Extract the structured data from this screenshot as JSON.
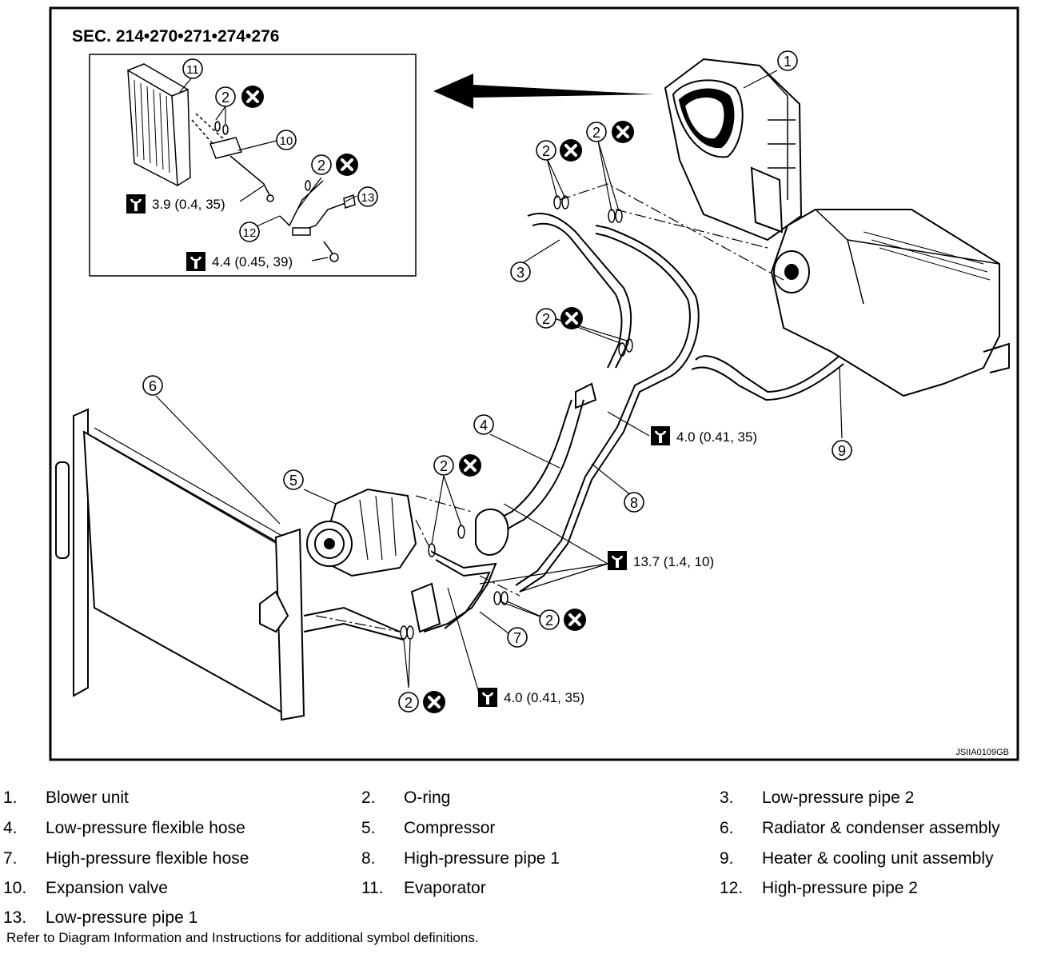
{
  "section_title": "SEC. 214•270•271•274•276",
  "image_code": "JSIIA0109GB",
  "callout_numbers": [
    "1",
    "2",
    "3",
    "4",
    "5",
    "6",
    "7",
    "8",
    "9",
    "10",
    "11",
    "12",
    "13"
  ],
  "torques": {
    "t1": "3.9 (0.4, 35)",
    "t2": "4.4 (0.45, 39)",
    "t3": "4.0 (0.41, 35)",
    "t4": "13.7 (1.4, 10)",
    "t5": "4.0 (0.41, 35)"
  },
  "legend": [
    {
      "num": "1.",
      "text": "Blower unit"
    },
    {
      "num": "2.",
      "text": "O-ring"
    },
    {
      "num": "3.",
      "text": "Low-pressure pipe 2"
    },
    {
      "num": "4.",
      "text": "Low-pressure flexible hose"
    },
    {
      "num": "5.",
      "text": "Compressor"
    },
    {
      "num": "6.",
      "text": "Radiator & condenser assembly"
    },
    {
      "num": "7.",
      "text": "High-pressure flexible hose"
    },
    {
      "num": "8.",
      "text": "High-pressure pipe 1"
    },
    {
      "num": "9.",
      "text": "Heater & cooling unit assembly"
    },
    {
      "num": "10.",
      "text": "Expansion valve"
    },
    {
      "num": "11.",
      "text": "Evaporator"
    },
    {
      "num": "12.",
      "text": "High-pressure pipe 2"
    },
    {
      "num": "13.",
      "text": "Low-pressure pipe 1"
    }
  ],
  "footnote": "Refer to Diagram Information and Instructions for additional symbol  definitions."
}
